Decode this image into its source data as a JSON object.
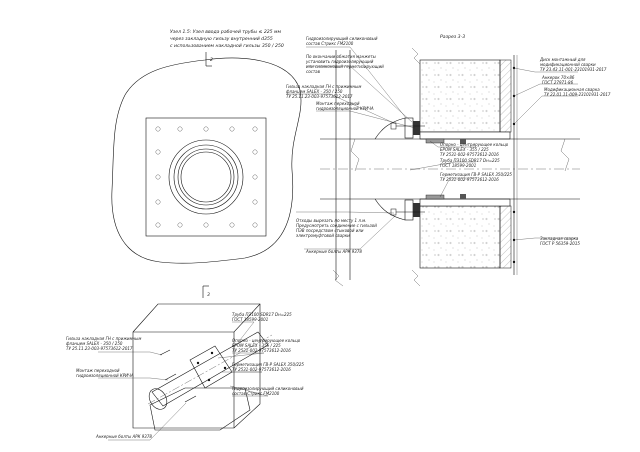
{
  "title": {
    "line1": "Узел 1.5: Узел ввода рабочей трубы  ≤ 225 мм",
    "line2": "через закладную гильзу внутренний  d355",
    "line3": "с использованием накладной гильзы  350 / 250"
  },
  "section_mark_top": "2",
  "section_mark_bottom": "3",
  "section_title": "Разрез 3-3",
  "callouts_section": [
    {
      "id": "c1",
      "lines": [
        "Гидроизолирующий силиконовый",
        "состав  Стрикс  FM2100"
      ]
    },
    {
      "id": "c2",
      "lines": [
        "По окончании обжатия манжеты",
        "установить гидроизолирующий",
        "или силиконовый герметизирующий",
        "состав"
      ]
    },
    {
      "id": "c3",
      "lines": [
        "Гильза накладная ГН с прижимным",
        "фланцем  SALEX - 350 / 250",
        "ТУ  25.11.23-003-97573612-2017"
      ]
    },
    {
      "id": "c4",
      "lines": [
        "Монтаж переходной",
        "гидроизоляционной  КРИЧА"
      ]
    },
    {
      "id": "c5",
      "lines": [
        "Диск монтажный для",
        "модификационной сварки",
        "ТУ  23.43.11-001-23101931-2017"
      ]
    },
    {
      "id": "c6",
      "lines": [
        "Анкерок  70×86",
        "ГОСТ  27971-86"
      ]
    },
    {
      "id": "c7",
      "lines": [
        "Модификационная сварка",
        "ТУ  22.01.11-009-23101931-2017"
      ]
    },
    {
      "id": "c8",
      "lines": [
        "Опорно - центрирующее кольцо",
        "EPOM SALEX - 355 / 225",
        "ТУ  2531-002-97573612-2016"
      ]
    },
    {
      "id": "c9",
      "lines": [
        "Труба  ПЭ100  SDR17  Dн=225",
        "ГОСТ  18599-2001"
      ]
    },
    {
      "id": "c10",
      "lines": [
        "Герметизация  ГВ-Р  SALEX  350/225",
        "ТУ  2531-002-97573612-2016"
      ]
    },
    {
      "id": "c11",
      "lines": [
        "Отходы вырезать по месту  1 л.м.",
        "Предусмотреть соединение с гильзой",
        "ПЭВ посредством стыковой или",
        "электромуфтовой сварки"
      ]
    },
    {
      "id": "c12",
      "lines": [
        "Анкерные болты  АРК  9378"
      ]
    },
    {
      "id": "c13",
      "lines": [
        "Закладная сварка",
        "ГОСТ  Р  56359-2015"
      ]
    }
  ],
  "callouts_iso": [
    {
      "id": "i1",
      "lines": [
        "Труба  ПЭ100  SDR17  Dн=225",
        "ГОСТ  18599-2001"
      ]
    },
    {
      "id": "i2",
      "lines": [
        "Опорно - центрирующее кольцо",
        "EPOM SALEX - 355 / 225",
        "ТУ  2531-002-97573612-2016"
      ]
    },
    {
      "id": "i3",
      "lines": [
        "Герметизация  ГВ-Р  SALEX  350/225",
        "ТУ  2531-002-97573612-2016"
      ]
    },
    {
      "id": "i4",
      "lines": [
        "Гидроизолирующий силиконовый",
        "состав  Стрикс  FM2100"
      ]
    },
    {
      "id": "i5",
      "lines": [
        "Гильза накладная ГН с прижимным",
        "фланцем  SALEX - 350 / 250",
        "ТУ  25.11.23-003-97573612-2017"
      ]
    },
    {
      "id": "i6",
      "lines": [
        "Монтаж переходной",
        "гидроизоляционной  КРИЧА"
      ]
    },
    {
      "id": "i7",
      "lines": [
        "Анкерные болты  АРК  9378"
      ]
    }
  ]
}
